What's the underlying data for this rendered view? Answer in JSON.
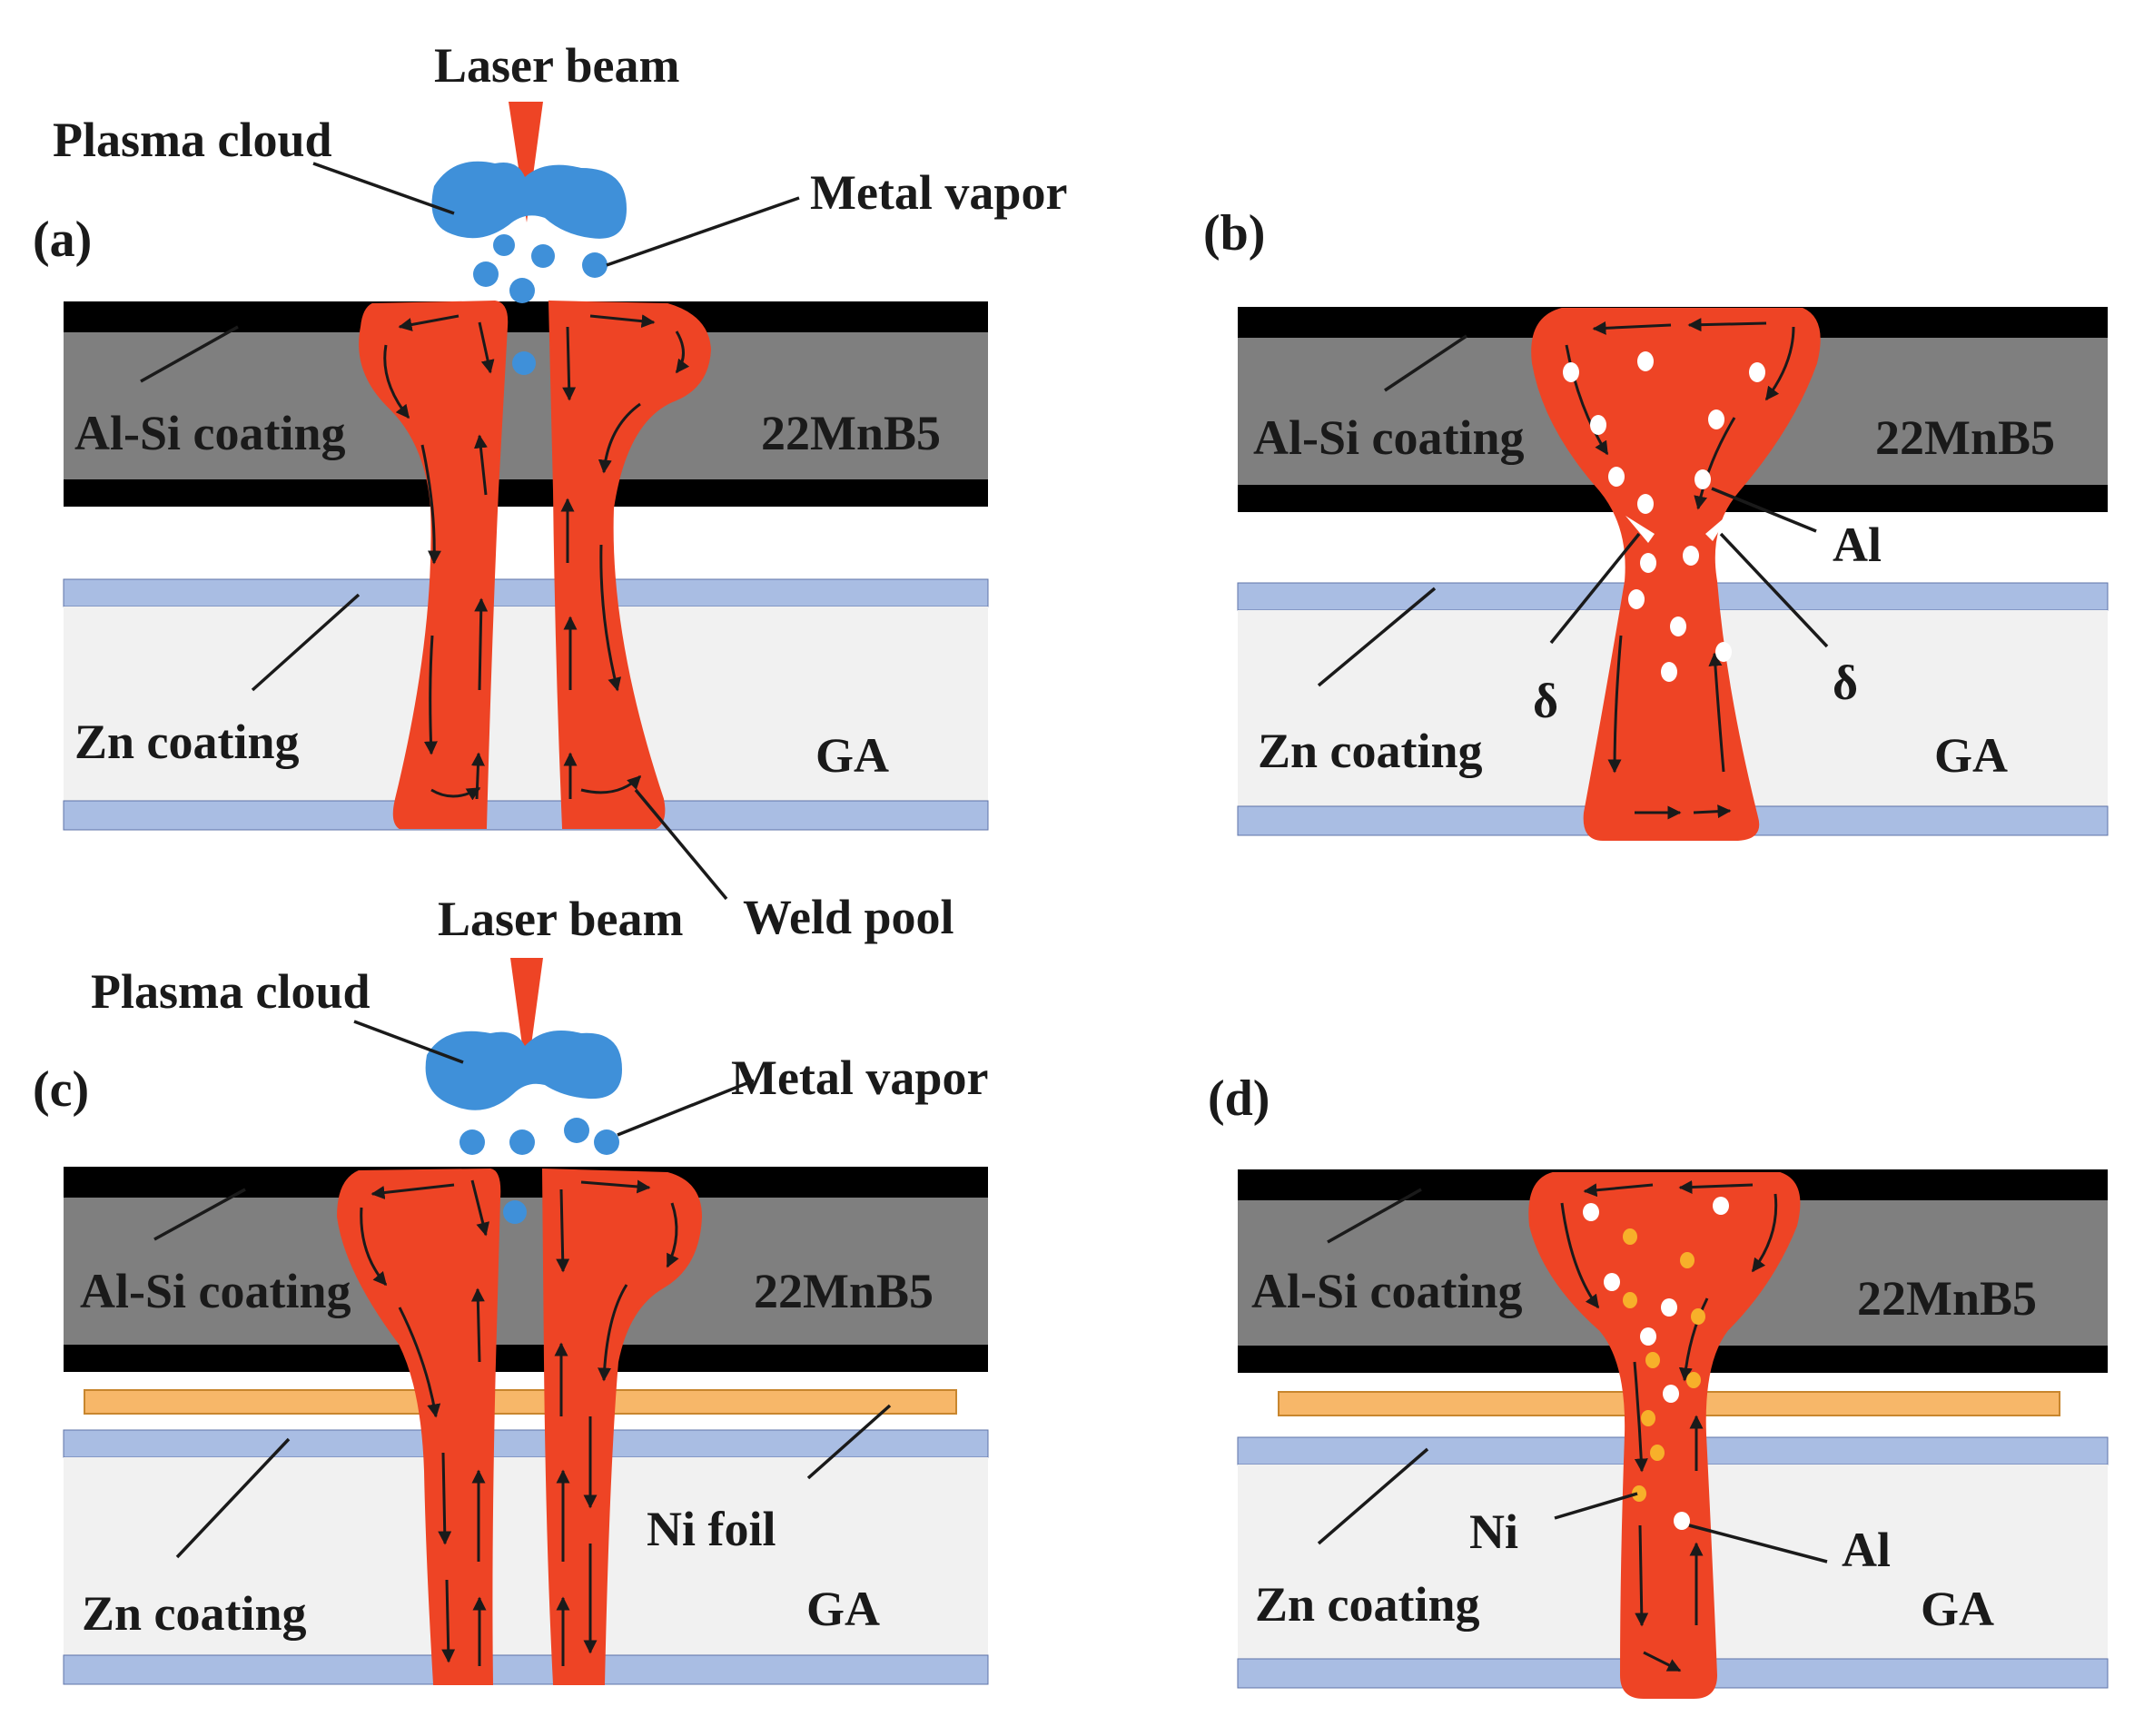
{
  "colors": {
    "steel_22MnB5": "#7f7f7f",
    "al_si_coating": "#000000",
    "zn_coating": "#a9bde3",
    "ga_steel": "#f1f1f1",
    "ni_foil": "#f7b769",
    "weld_pool": "#ee4425",
    "plasma": "#3f90d9",
    "laser": "#ee4425",
    "al_particle": "#ffffff",
    "ni_particle": "#f7b02a"
  },
  "panels": [
    {
      "id": "a",
      "tag": "(a)",
      "labels": {
        "laser": "Laser beam",
        "plasma": "Plasma cloud",
        "vapor": "Metal vapor",
        "alsi": "Al-Si coating",
        "steel": "22MnB5",
        "zn": "Zn coating",
        "ga": "GA",
        "pool": "Weld pool"
      }
    },
    {
      "id": "b",
      "tag": "(b)",
      "labels": {
        "alsi": "Al-Si coating",
        "steel": "22MnB5",
        "al": "Al",
        "delta_left": "δ",
        "delta_right": "δ",
        "zn": "Zn coating",
        "ga": "GA"
      }
    },
    {
      "id": "c",
      "tag": "(c)",
      "labels": {
        "laser": "Laser beam",
        "plasma": "Plasma cloud",
        "vapor": "Metal vapor",
        "alsi": "Al-Si coating",
        "steel": "22MnB5",
        "ni_foil": "Ni foil",
        "zn": "Zn coating",
        "ga": "GA"
      }
    },
    {
      "id": "d",
      "tag": "(d)",
      "labels": {
        "alsi": "Al-Si coating",
        "steel": "22MnB5",
        "ni": "Ni",
        "al": "Al",
        "zn": "Zn coating",
        "ga": "GA"
      }
    }
  ]
}
